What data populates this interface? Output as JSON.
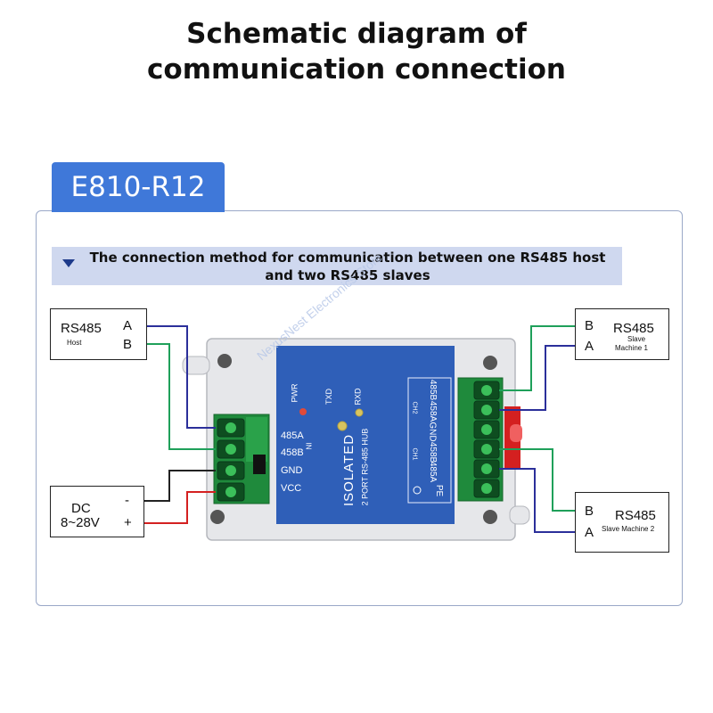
{
  "title": {
    "line1": "Schematic diagram of",
    "line2": "communication connection"
  },
  "model": "E810-R12",
  "banner": {
    "line1": "The connection method for communication between one RS485 host",
    "line2": "and two RS485 slaves"
  },
  "host": {
    "name": "RS485",
    "sub": "Host",
    "pin_a": "A",
    "pin_b": "B"
  },
  "power": {
    "name": "DC",
    "range": "8~28V",
    "minus": "-",
    "plus": "+"
  },
  "slave1": {
    "name": "RS485",
    "sub": "Slave",
    "sub2": "Machine 1",
    "pin_b": "B",
    "pin_a": "A"
  },
  "slave2": {
    "name": "RS485",
    "sub": "Slave Machine 2",
    "pin_b": "B",
    "pin_a": "A"
  },
  "device": {
    "left_pins": [
      "485A",
      "458B",
      "GND",
      "VCC"
    ],
    "in_label": "IN",
    "led_pwr": "PWR",
    "led_txd": "TXD",
    "led_rxd": "RXD",
    "isolated": "ISOLATED",
    "hub": "2 PORT RS-485 HUB",
    "right_pins": [
      "485B",
      "458A",
      "GND",
      "458B",
      "485A"
    ],
    "ch2": "CH2",
    "ch1": "CH1",
    "pe": "PE"
  },
  "watermark": "NexusNest Electronics Store",
  "colors": {
    "wire_a": "#2b2f9a",
    "wire_b": "#1fa05a",
    "wire_plus": "#d42020",
    "wire_minus": "#222222",
    "device_blue": "#2f5fb8",
    "terminal_green": "#1f8a3c",
    "accent": "#3f78d9"
  }
}
